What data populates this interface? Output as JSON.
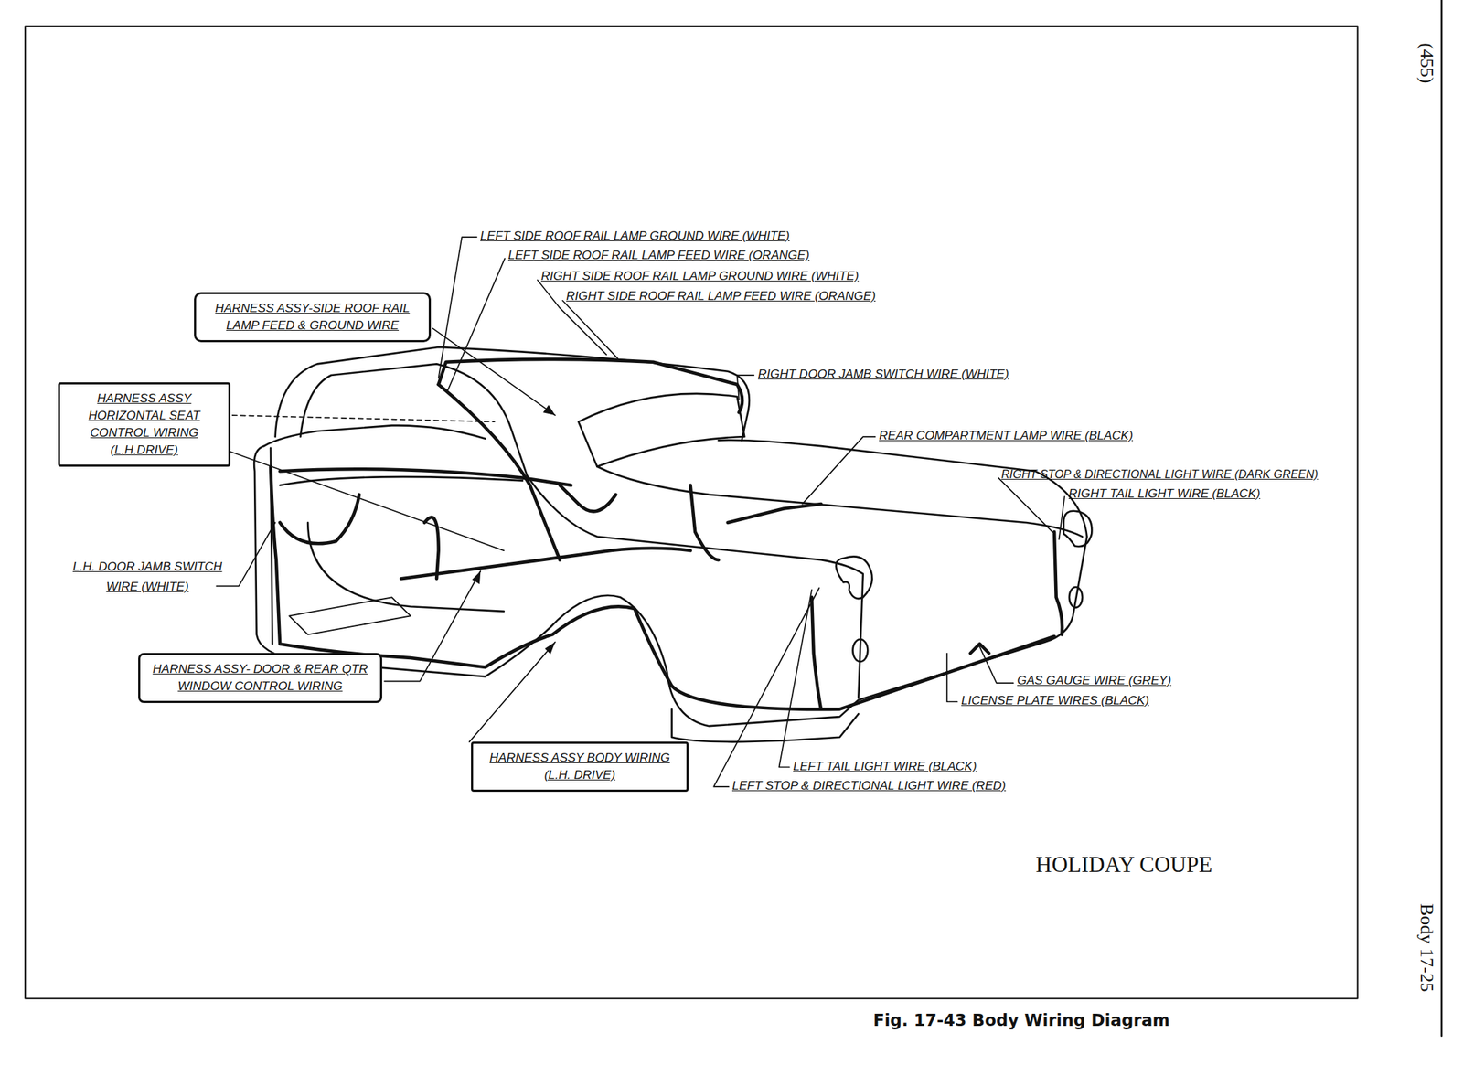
{
  "diagram": {
    "caption": "Fig. 17-43 Body Wiring Diagram",
    "nodes": [
      {
        "text": [
          "HARNESS ASSY-SIDE ROOF RAIL LAMP FEED & GROUND WIRE"
        ]
      },
      {
        "text": [
          "HARNESS ASSY HORIZONTAL SEAT CONTROL WIRING (L.H.DRIVE)"
        ]
      },
      {
        "text": [
          "HARNESS ASSY- DOOR & REAR QTR WINDOW CONTROL WIRING"
        ]
      },
      {
        "text": [
          "HARNESS ASSY BODY WIRING (L.H. DRIVE)"
        ]
      }
    ],
    "labels": [
      "LEFT SIDE ROOF RAIL LAMP GROUND WIRE (WHITE)",
      "LEFT SIDE ROOF RAIL LAMP FEED WIRE (ORANGE)",
      "RIGHT SIDE ROOF RAIL LAMP GROUND WIRE (WHITE)",
      "RIGHT SIDE ROOF RAIL LAMP FEED WIRE (ORANGE)",
      "RIGHT DOOR JAMB SWITCH WIRE (WHITE)",
      "REAR COMPARTMENT LAMP WIRE (BLACK)",
      "RIGHT STOP & DIRECTIONAL LIGHT WIRE (DARK GREEN)",
      "RIGHT TAIL LIGHT WIRE (BLACK)",
      "L.H. DOOR JAMB SWITCH WIRE (WHITE)",
      "GAS GAUGE WIRE (GREY)",
      "LICENSE PLATE WIRES (BLACK)",
      "LEFT TAIL LIGHT WIRE (BLACK)",
      "LEFT STOP & DIRECTIONAL LIGHT WIRE (RED)",
      "HOLIDAY COUPE",
      "(455)",
      "Body 17-25"
    ]
  }
}
